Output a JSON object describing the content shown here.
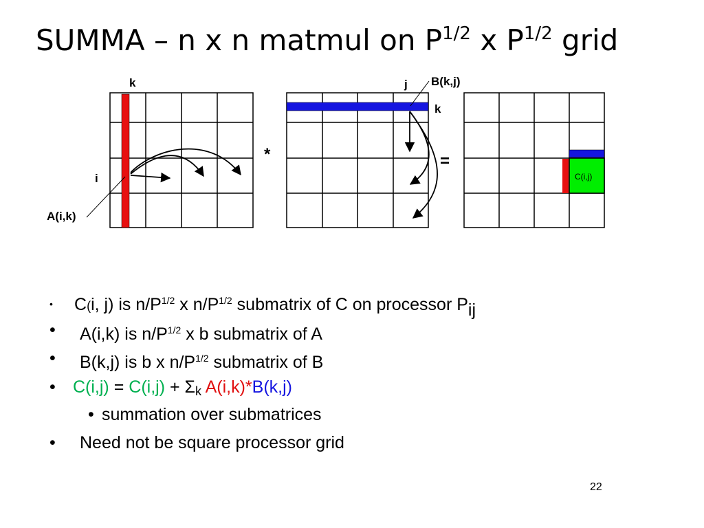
{
  "title": {
    "main": "SUMMA – n x n matmul on P",
    "exp1": "1/2",
    "mid": " x P",
    "exp2": "1/2",
    "tail": " grid"
  },
  "diagram": {
    "labels": {
      "k_top": "k",
      "j": "j",
      "bkj": "B(k,j)",
      "k_right": "k",
      "i": "i",
      "aik": "A(i,k)",
      "cij": "C(i,j)"
    },
    "operators": {
      "times": "*",
      "equals": "="
    },
    "colors": {
      "a_column": "#e81010",
      "b_row": "#1515e0",
      "c_block": "#00ee00",
      "grid": "#000000"
    }
  },
  "bullets": [
    {
      "p1": "C",
      "p2": "(",
      "p3": "i, j) is  n/P",
      "s1": "1/2",
      "p4": "  x  n/P",
      "s2": "1/2",
      "p5": "  submatrix of C on processor P",
      "sub": "ij"
    },
    {
      "p1": "A(i,k) is  n/P",
      "s1": "1/2",
      "p2": "  x  b   submatrix of A"
    },
    {
      "p1": "B(k,j) is  b  x  n/P",
      "s1": "1/2",
      "p2": "  submatrix of B"
    },
    {
      "c1": "C(i,j)",
      "eq": " = ",
      "c2": "C(i,j)",
      "plus": " + ",
      "sigma": "Σ",
      "k": "k",
      "a": " A(i,k)",
      "star": "*",
      "b": "B(k,j)"
    },
    {
      "text": "summation over submatrices"
    },
    {
      "text": "Need not be square processor grid"
    }
  ],
  "page_number": "22"
}
